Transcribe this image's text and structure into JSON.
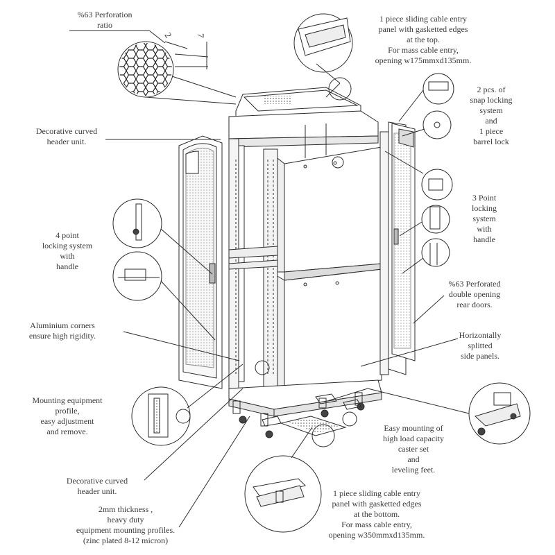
{
  "labels": {
    "perforation": "%63 Perforation\nratio",
    "top_panel": "1 piece sliding cable entry\npanel with gasketted edges\nat the top.\nFor mass cable entry,\nopening w175mmxd135mm.",
    "header_top": "Decorative curved\nheader unit.",
    "snap_lock": "2 pcs. of\nsnap locking\nsystem\nand\n1 piece\nbarrel lock",
    "front_lock": "4 point\nlocking system\nwith\nhandle",
    "rear_lock": "3 Point\nlocking\nsystem\nwith\nhandle",
    "rear_doors": "%63 Perforated\ndouble opening\nrear doors.",
    "corners": "Aluminium corners\nensure high rigidity.",
    "side_panels": "Horizontally\nsplitted\nside panels.",
    "mounting_profile": "Mounting equipment\nprofile,\neasy adjustment\nand remove.",
    "casters": "Easy mounting of\nhigh load capacity\ncaster set\nand\nleveling feet.",
    "header_bottom": "Decorative curved\nheader unit.",
    "thickness": "2mm thickness ,\nheavy duty\nequipment mounting profiles.\n(zinc plated 8-12 micron)",
    "bottom_panel": "1 piece sliding cable entry\npanel with gasketted edges\nat the bottom.\nFor mass cable entry,\nopening w350mmxd135mm."
  },
  "dimensions": {
    "d1": "2",
    "d2": "7"
  },
  "colors": {
    "line": "#2b2b2b",
    "text": "#3a3a3a",
    "panel": "#ffffff",
    "shade": "#c8c8c8"
  }
}
